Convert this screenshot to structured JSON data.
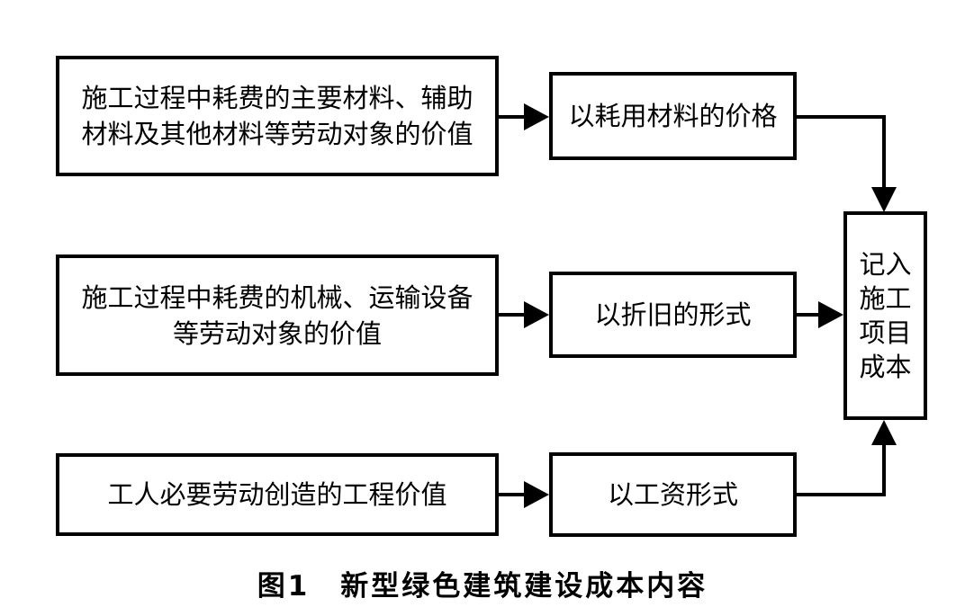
{
  "figure": {
    "caption": "图1　新型绿色建筑建设成本内容"
  },
  "flowchart": {
    "rows": [
      {
        "source": "施工过程中耗费的主要材料、辅助材料及其他材料等劳动对象的价值",
        "method": "以耗用材料的价格"
      },
      {
        "source": "施工过程中耗费的机械、运输设备等劳动对象的价值",
        "method": "以折旧的形式"
      },
      {
        "source": "工人必要劳动创造的工程价值",
        "method": "以工资形式"
      }
    ],
    "sink": "记入施工项目成本"
  },
  "colors": {
    "line": "#000000",
    "box_border": "#000000",
    "background": "#ffffff",
    "text": "#000000"
  }
}
